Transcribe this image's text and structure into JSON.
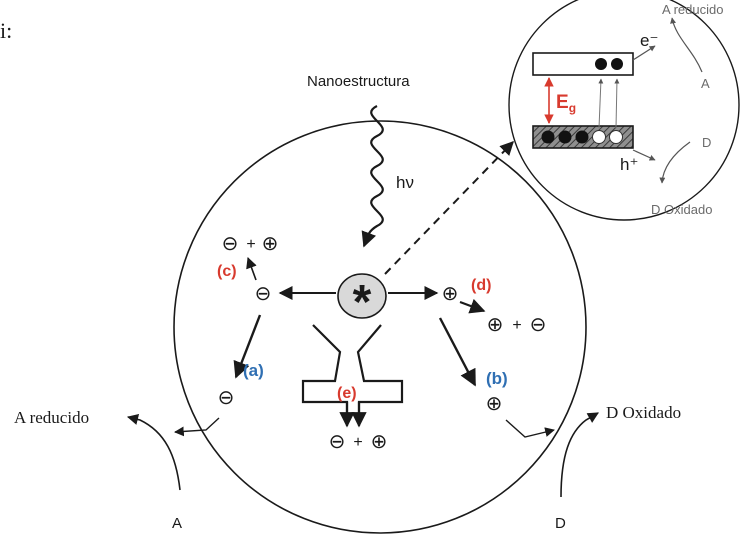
{
  "corner_text": "i:",
  "title": "Nanoestructura",
  "photon_label": "hν",
  "labels": {
    "c": "(c)",
    "d": "(d)",
    "a": "(a)",
    "b": "(b)",
    "e": "(e)"
  },
  "charges": {
    "pair_c": [
      "⊖",
      "+",
      "⊕"
    ],
    "pair_d": [
      "⊕",
      "+",
      "⊖"
    ],
    "pair_e": [
      "⊖",
      "+",
      "⊕"
    ],
    "electron_left": "⊖",
    "hole_right": "⊕",
    "electron_a": "⊖",
    "hole_b": "⊕"
  },
  "center_symbol": "*",
  "outer": {
    "a_reducido": "A reducido",
    "d_oxidado": "D Oxidado",
    "a": "A",
    "d": "D"
  },
  "inset": {
    "a_reducido": "A reducido",
    "electron": "e⁻",
    "a": "A",
    "eg_main": "E",
    "eg_sub": "g",
    "hole": "h⁺",
    "d": "D",
    "d_oxidado": "D Oxidado"
  },
  "colors": {
    "process_label": "#d83a2e",
    "branch_label": "#2f6fb3",
    "line": "#1a1a1a",
    "inset_text": "#6b6b6b",
    "center_fill": "#d9d9d9"
  }
}
